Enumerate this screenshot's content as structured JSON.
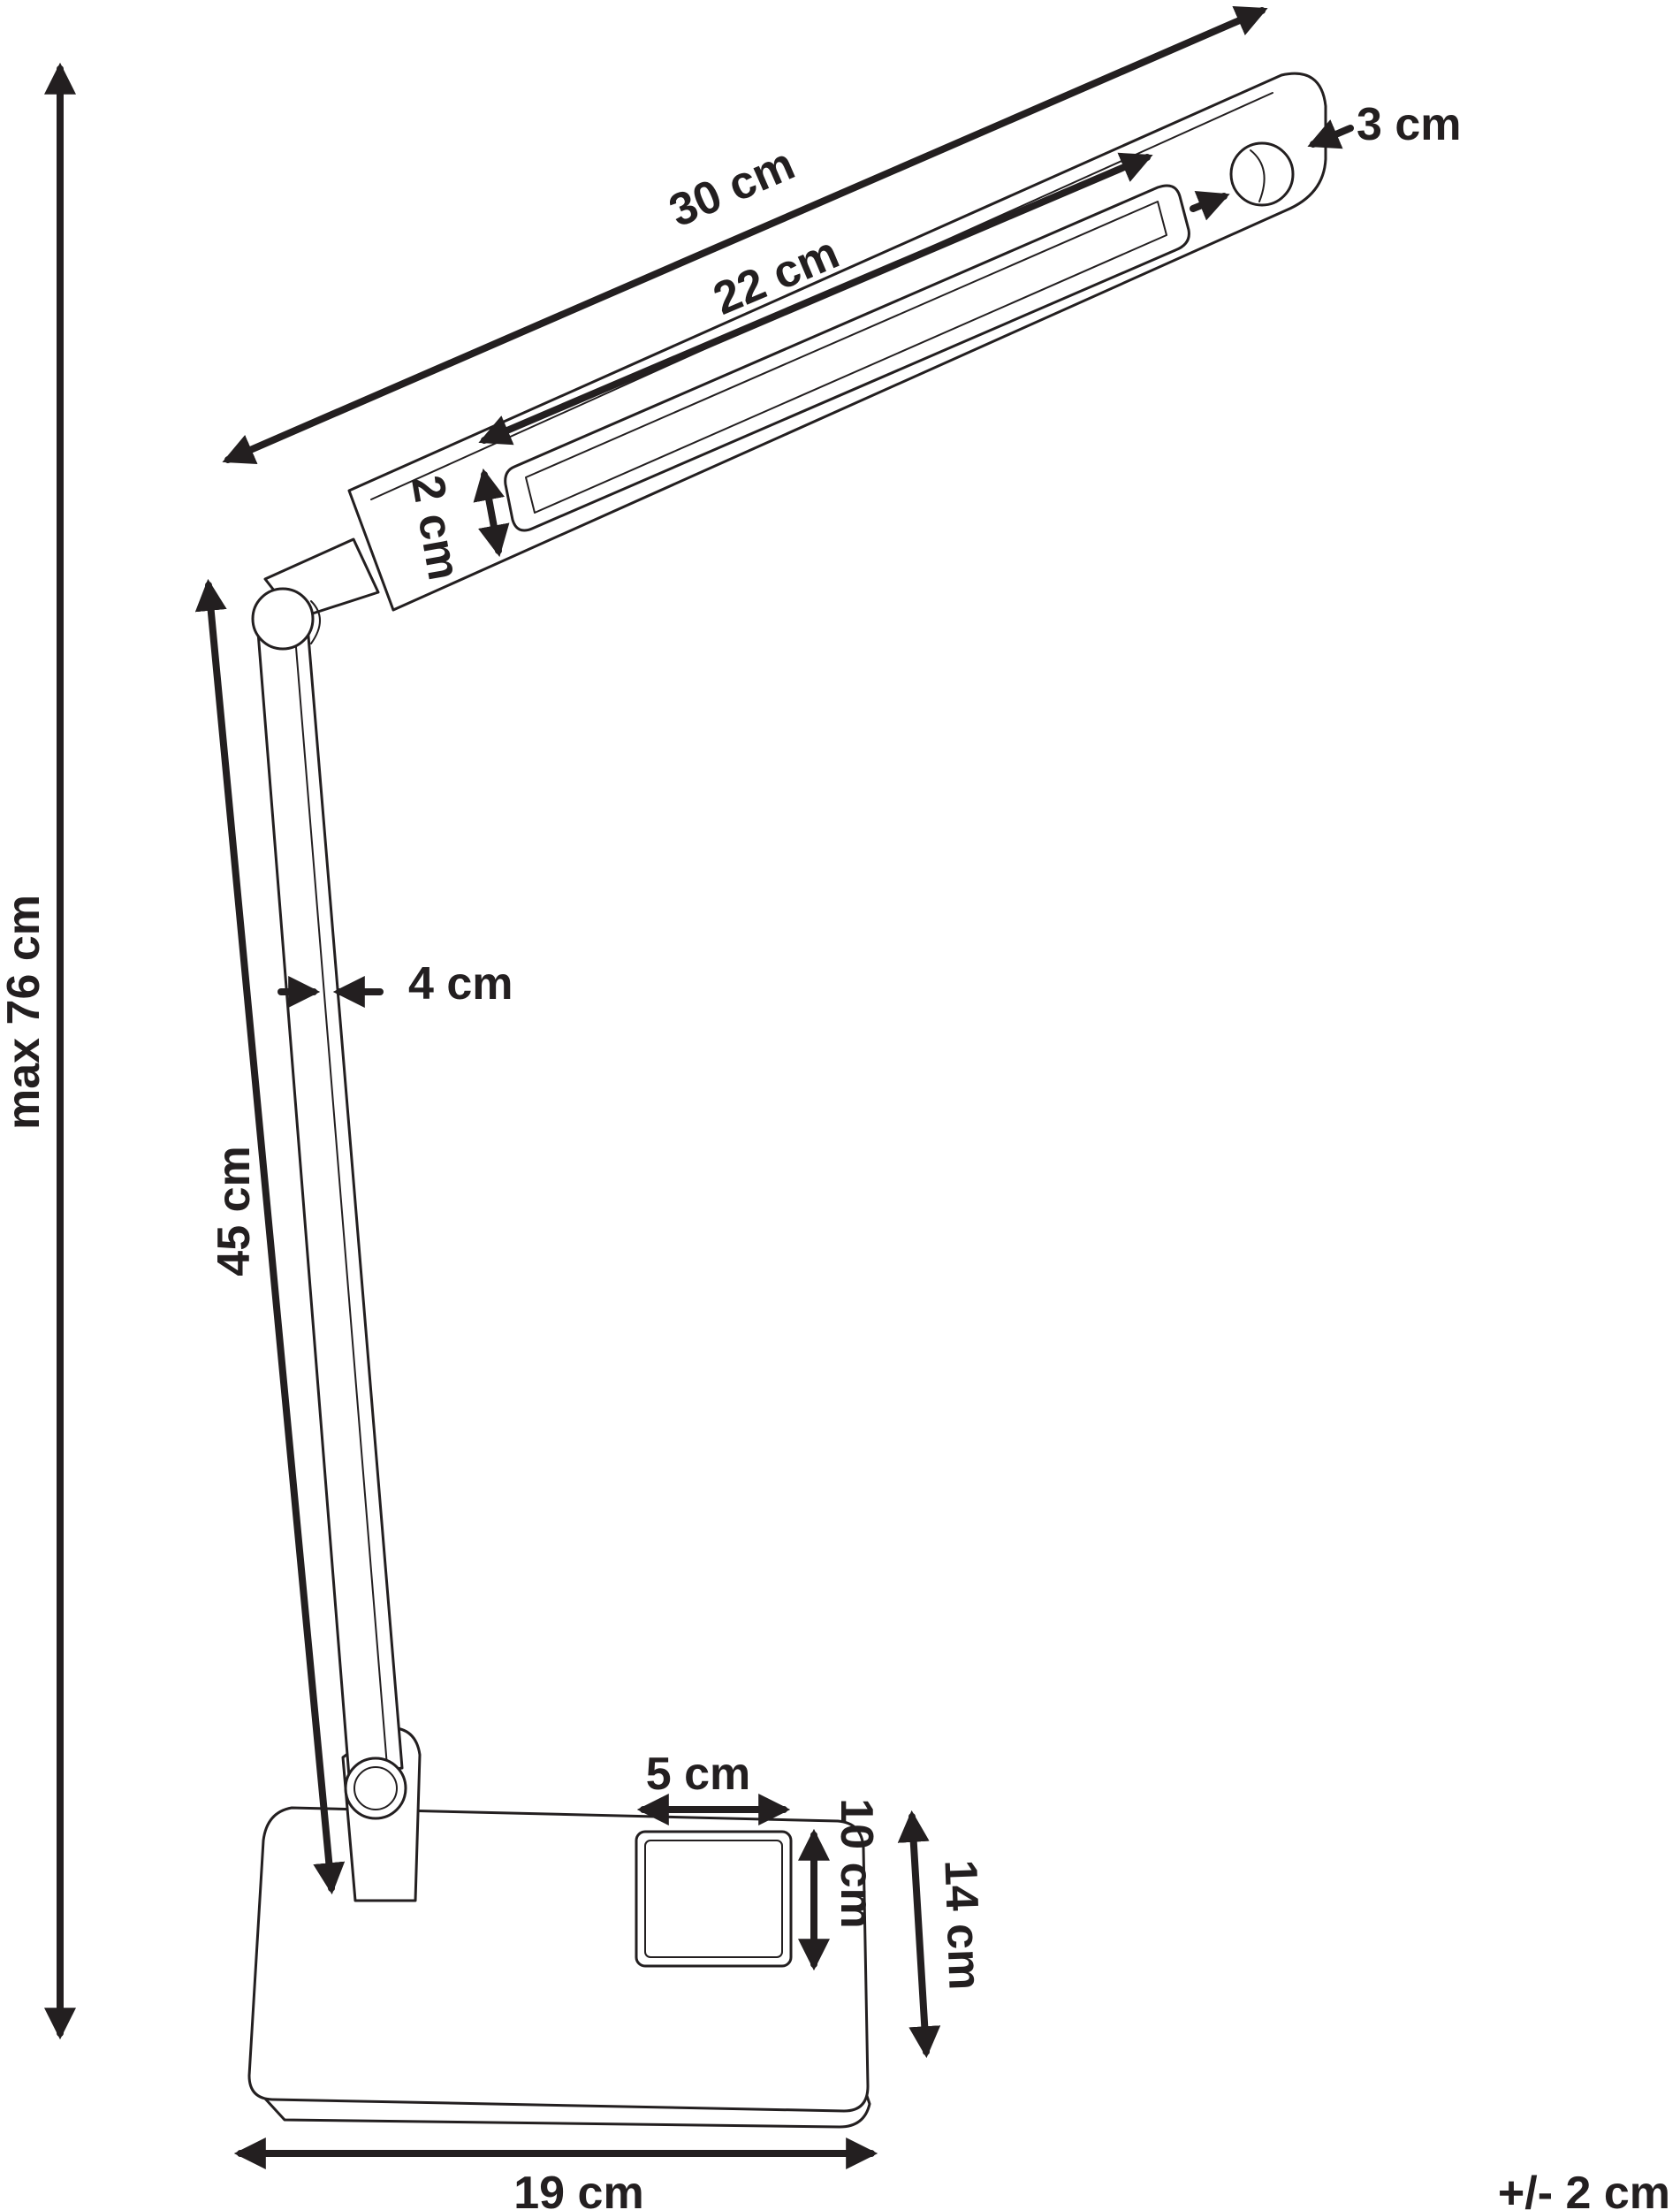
{
  "diagram": {
    "colors": {
      "ink": "#231f20",
      "background": "#ffffff"
    },
    "dimensions": {
      "head_length": "30 cm",
      "led_length": "22 cm",
      "knob_size": "3 cm",
      "head_thickness": "2 cm",
      "max_height": "max 76 cm",
      "arm_width": "4 cm",
      "arm_length": "45 cm",
      "charger_width": "5 cm",
      "charger_depth": "10 cm",
      "base_depth": "14 cm",
      "base_width": "19 cm",
      "tolerance": "+/- 2 cm"
    }
  }
}
